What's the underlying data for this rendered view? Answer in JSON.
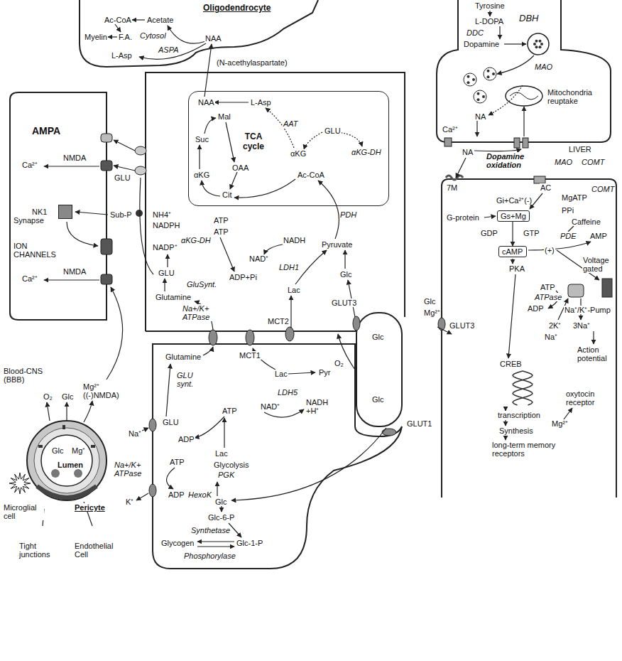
{
  "diagram": {
    "nodes": [
      {
        "text": [
          "TCA cycle"
        ]
      },
      {
        "text": [
          "NK1"
        ]
      },
      {
        "text": [
          "Gs+Mg"
        ]
      },
      {
        "text": [
          "cAMP"
        ]
      }
    ],
    "edges": [
      {
        "from": 2,
        "to": 3,
        "arrow": "to"
      }
    ],
    "labels": [
      "Oligodendrocyte",
      "Ac-CoA",
      "Acetate",
      "Myelin",
      "F.A.",
      "Cytosol",
      "ASPA",
      "NAA",
      "L-Asp",
      "(N-acethylaspartate)",
      "NAA",
      "L-Asp",
      "AAT",
      "GLU",
      "αKG",
      "αKG-DH",
      "Mal",
      "Suc",
      "OAA",
      "αKG",
      "Cit",
      "Ac-CoA",
      "NH4⁺",
      "NADPH",
      "αKG-DH",
      "NADP⁺",
      "ATP",
      "ATP",
      "PDH",
      "NADH",
      "Pyruvate",
      "GLU",
      "GluSynt.",
      "Glutamine",
      "ADP+Pi",
      "NAD⁺",
      "LDH1",
      "Lac",
      "Glc",
      "GLUT3",
      "Na+/K+ ATPase",
      "MCT2",
      "O₂",
      "Glc",
      "AMPA",
      "Ca²⁺",
      "NMDA",
      "GLU",
      "Synapse",
      "Sub-P",
      "ION CHANNELS",
      "Ca²⁺",
      "NMDA",
      "Glutamine",
      "MCT1",
      "GLU synt.",
      "Lac",
      "Pyr",
      "LDH5",
      "NAD⁺",
      "NADH +H⁺",
      "GLU",
      "ATP",
      "ADP",
      "ATP",
      "Lac",
      "Glycolysis",
      "PGK",
      "Na⁺",
      "Na+/K+ ATPase",
      "ADP",
      "HexoK",
      "Glc",
      "Glc-6-P",
      "K⁺",
      "Synthetase",
      "Glycogen",
      "Glc-1-P",
      "Phosphorylase",
      "Glc",
      "GLUT1",
      "Blood-CNS (BBB)",
      "O₂",
      "Glc",
      "Mg²⁺ ((-)NMDA)",
      "Glc",
      "Mg⁺",
      "Lumen",
      "Microglial cell",
      "Pericyte",
      "Tight junctions",
      "Endothelial Cell",
      "Tyrosine",
      "L-DOPA",
      "DBH",
      "DDC",
      "Dopamine",
      "MAO",
      "NA",
      "Ca²⁺",
      "Mitochondria reuptake",
      "LIVER",
      "NA",
      "Dopamine oxidation",
      "MAO",
      "COMT",
      "7M",
      "AC",
      "Gi+Ca²⁺(-)",
      "MgATP",
      "COMT",
      "G-protein",
      "PPi",
      "Caffeine",
      "GDP",
      "GTP",
      "PDE",
      "AMP",
      "(+)",
      "PKA",
      "Voltage gated",
      "Glc",
      "Mg²⁺",
      "GLUT3",
      "ATP",
      "ATPase",
      "ADP",
      "Na⁺/K⁺-Pump",
      "2K⁺",
      "Na⁺",
      "3Na⁺",
      "Action potential",
      "CREB",
      "transcription",
      "oxytocin receptor",
      "Mg²⁺",
      "Synthesis",
      "long-term memory receptors"
    ]
  }
}
